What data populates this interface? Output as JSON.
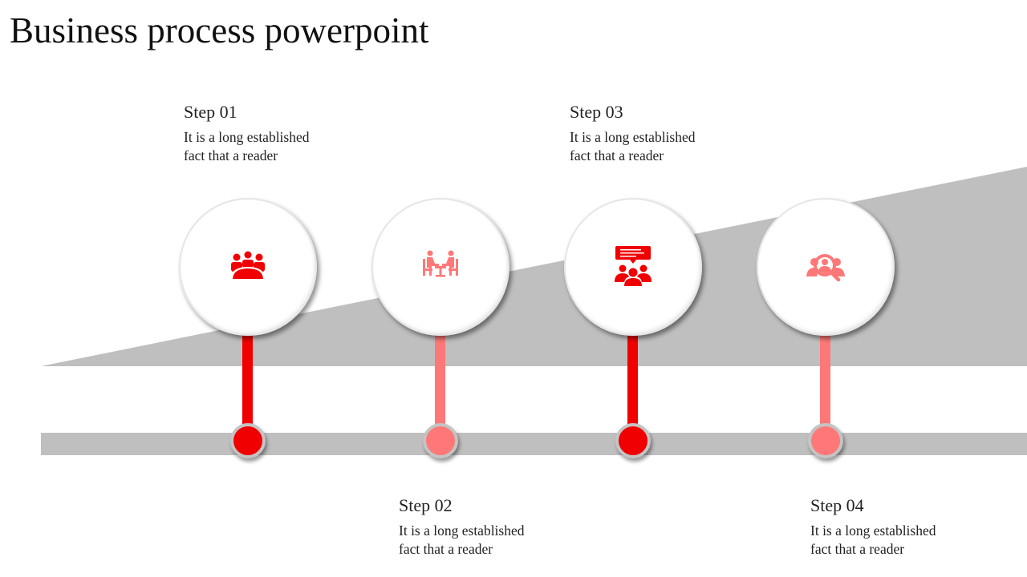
{
  "title": "Business process powerpoint",
  "colors": {
    "primary": "#F00000",
    "secondary": "#FF7878",
    "gray": "#BFBFBF"
  },
  "steps": [
    {
      "label": "Step 01",
      "desc_line1": "It is a long established",
      "desc_line2": "fact that  a reader",
      "icon": "meeting-table-icon",
      "color": "#F00000",
      "text_position": "top"
    },
    {
      "label": "Step 02",
      "desc_line1": "It is a long established",
      "desc_line2": "fact that  a reader",
      "icon": "two-people-at-table-icon",
      "color": "#FF7878",
      "text_position": "bottom"
    },
    {
      "label": "Step 03",
      "desc_line1": "It is a long established",
      "desc_line2": "fact that  a reader",
      "icon": "group-discussion-icon",
      "color": "#F00000",
      "text_position": "top"
    },
    {
      "label": "Step 04",
      "desc_line1": "It is a long established",
      "desc_line2": "fact that  a reader",
      "icon": "user-search-icon",
      "color": "#FF7878",
      "text_position": "bottom"
    }
  ]
}
